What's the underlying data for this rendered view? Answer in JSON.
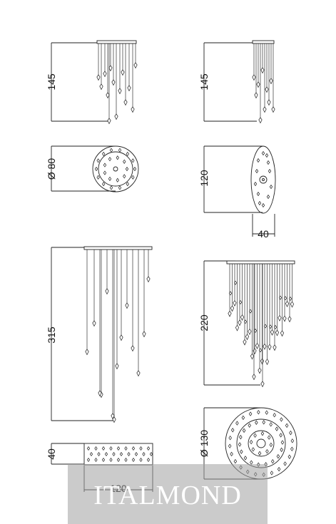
{
  "views": [
    {
      "id": "small-side",
      "dimension_label": "145"
    },
    {
      "id": "small-plan",
      "dimension_label": "Ø 80"
    },
    {
      "id": "oval-side",
      "dimension_label": "145"
    },
    {
      "id": "oval-plan",
      "dimension_label": "120",
      "width_label": "40"
    },
    {
      "id": "long-side",
      "dimension_label": "315"
    },
    {
      "id": "long-plan",
      "dimension_label": "40",
      "width_label": "120"
    },
    {
      "id": "round-side",
      "dimension_label": "220"
    },
    {
      "id": "round-plan",
      "dimension_label": "Ø 130"
    }
  ],
  "watermark": {
    "text": "ITALMOND"
  }
}
